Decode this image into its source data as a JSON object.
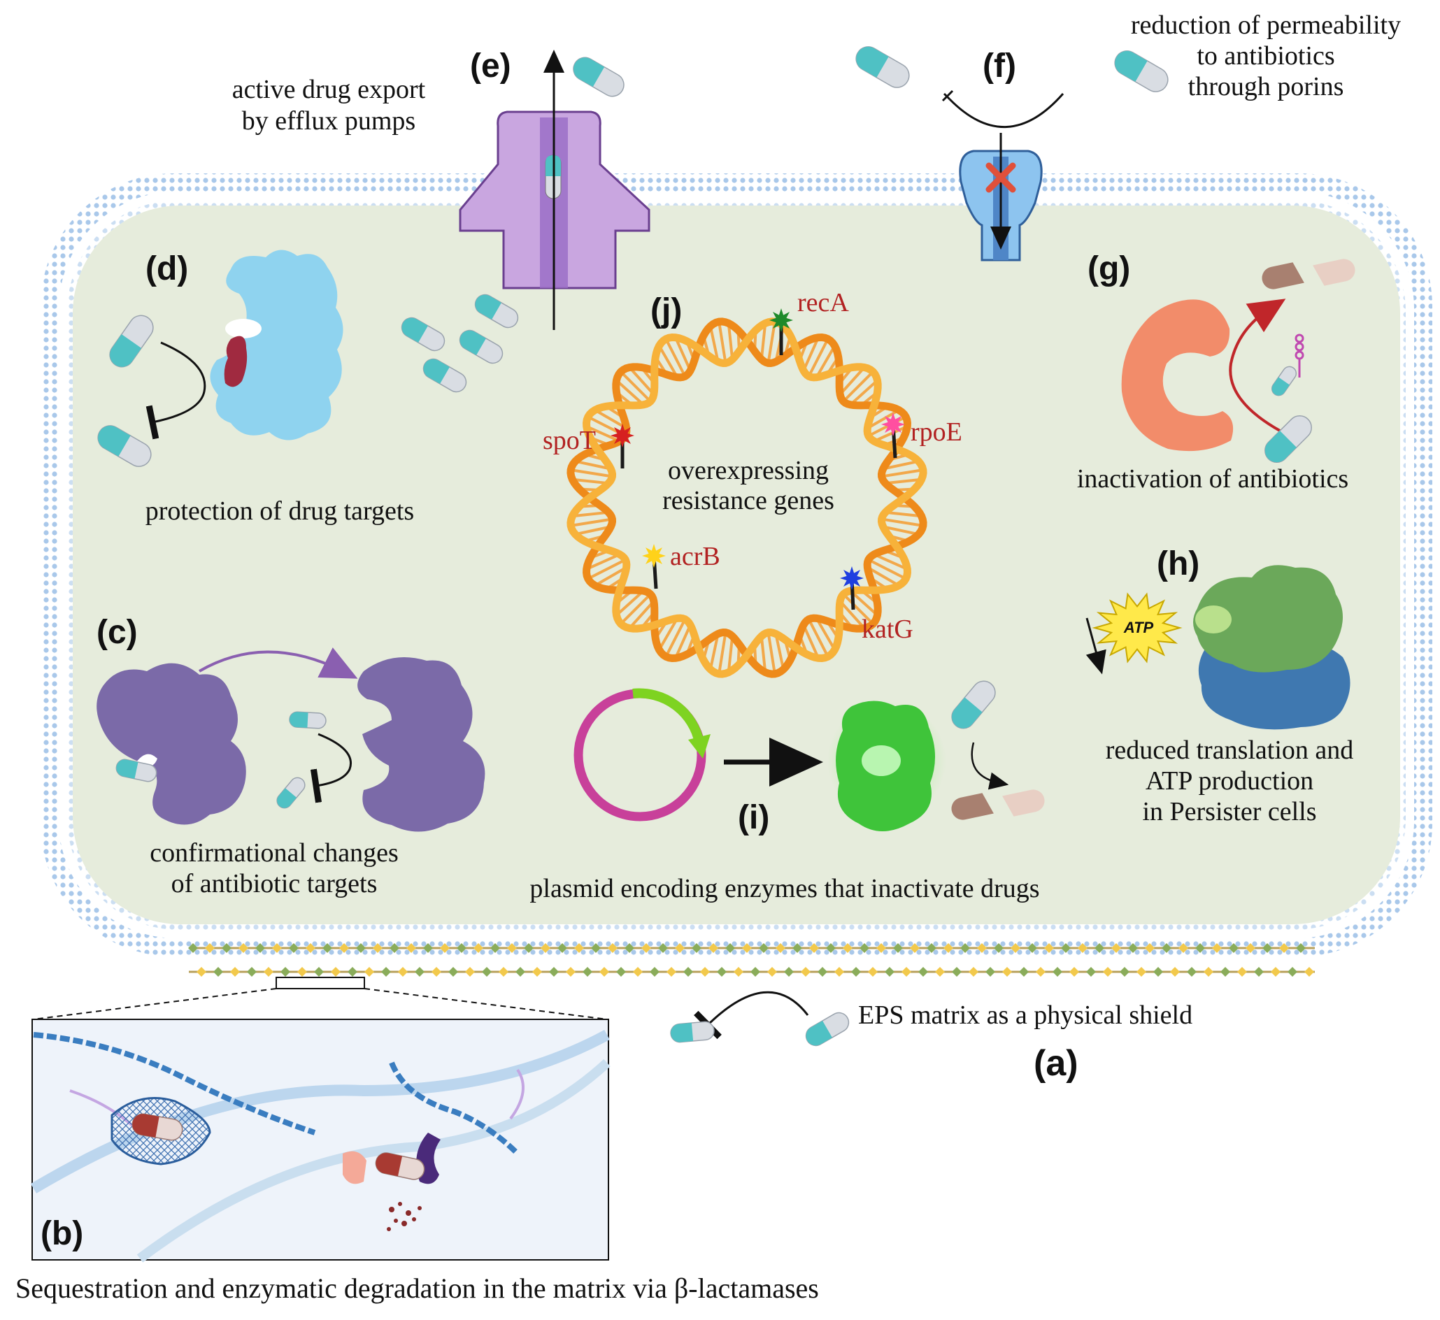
{
  "panels": {
    "a": "(a)",
    "b": "(b)",
    "c": "(c)",
    "d": "(d)",
    "e": "(e)",
    "f": "(f)",
    "g": "(g)",
    "h": "(h)",
    "i": "(i)",
    "j": "(j)"
  },
  "captions": {
    "efflux_1": "active drug export",
    "efflux_2": "by efflux pumps",
    "porin_1": "reduction of permeability",
    "porin_2": "to antibiotics",
    "porin_3": "through porins",
    "protection": "protection of drug targets",
    "inactivation": "inactivation of antibiotics",
    "dna_1": "overexpressing",
    "dna_2": "resistance genes",
    "conf_1": "confirmational changes",
    "conf_2": "of antibiotic targets",
    "plasmid": "plasmid encoding enzymes that inactivate drugs",
    "persister_1": "reduced translation and",
    "persister_2": "ATP production",
    "persister_3": "in Persister cells",
    "eps": "EPS matrix as a physical shield",
    "matrix": "Sequestration and enzymatic degradation in the matrix via β-lactamases",
    "atp": "ATP"
  },
  "genes": [
    {
      "name": "recA",
      "color": "#1e8a2a"
    },
    {
      "name": "rpoE",
      "color": "#ff4fa0"
    },
    {
      "name": "spoT",
      "color": "#d62020"
    },
    {
      "name": "acrB",
      "color": "#ffd21a"
    },
    {
      "name": "katG",
      "color": "#1f3fe0"
    }
  ],
  "colors": {
    "cytoplasm": "#e6ecdc",
    "membrane": "#a9c8ea",
    "drug_teal": "#4fc1c4",
    "drug_gray": "#d9dde3",
    "efflux_purple": "#c9a6e0",
    "porin_blue": "#8dc4ef",
    "target_blue": "#8fd3ef",
    "target_purple": "#7b6aa8",
    "enzyme_orange": "#f28c6a",
    "dna_orange": "#ee8a1a",
    "plasmid_magenta": "#c8409a",
    "plasmid_green": "#7ed321",
    "enzyme_green": "#3fc43a",
    "ribosome_green": "#6ba85a",
    "ribosome_blue": "#3f78b0",
    "gene_label": "#b22222"
  }
}
